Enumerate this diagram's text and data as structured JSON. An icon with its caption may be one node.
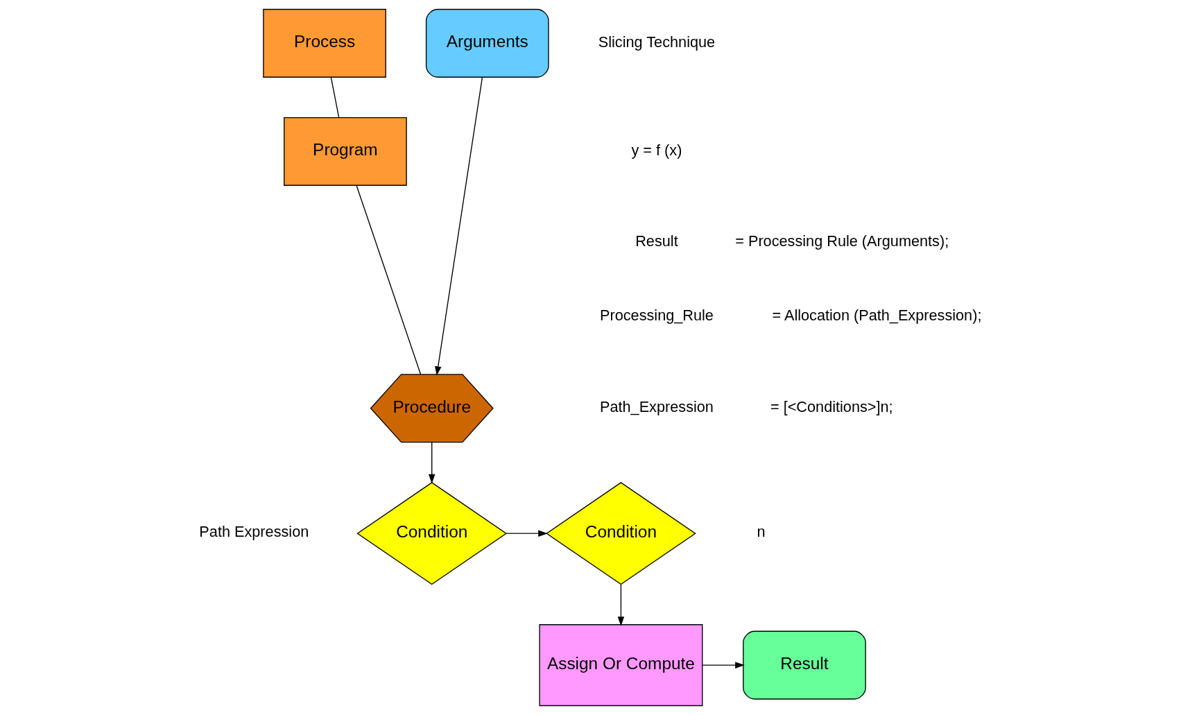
{
  "diagram": {
    "nodes": [
      {
        "text": [
          "Process"
        ]
      },
      {
        "text": [
          "Program"
        ]
      },
      {
        "text": [
          "Arguments"
        ]
      },
      {
        "text": [
          "Procedure"
        ]
      },
      {
        "text": [
          "Condition"
        ]
      },
      {
        "text": [
          "Condition"
        ]
      },
      {
        "text": [
          "Assign Or Compute"
        ]
      },
      {
        "text": [
          "Result"
        ]
      }
    ],
    "edges": [
      {
        "from": 0,
        "to": 1,
        "arrow": "none"
      },
      {
        "from": 1,
        "to": 3,
        "arrow": "none"
      },
      {
        "from": 2,
        "to": 3,
        "arrow": "to"
      },
      {
        "from": 3,
        "to": 4,
        "arrow": "to"
      },
      {
        "from": 4,
        "to": 5,
        "arrow": "to"
      },
      {
        "from": 5,
        "to": 6,
        "arrow": "to"
      },
      {
        "from": 6,
        "to": 7,
        "arrow": "to"
      }
    ],
    "labels": [
      "Slicing Technique",
      "y = f (x)",
      "Result",
      "= Processing Rule (Arguments);",
      "Processing_Rule",
      "= Allocation (Path_Expression);",
      "Path_Expression",
      "= [<Conditions>]n;",
      "Path Expression",
      "n"
    ]
  }
}
